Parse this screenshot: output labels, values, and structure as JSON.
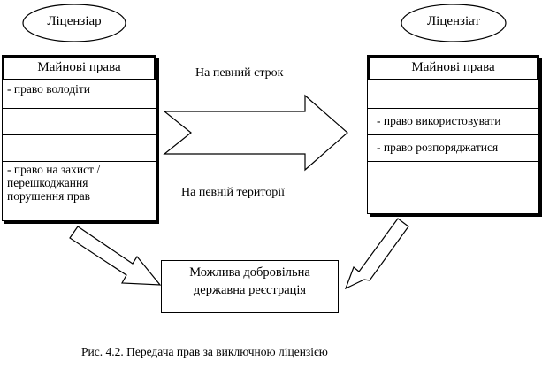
{
  "licensor": {
    "title": "Ліцензіар",
    "header": "Майнові права",
    "rows": [
      "- право володіти",
      "",
      "",
      "- право на захист /\nперешкоджання\nпорушення прав"
    ]
  },
  "licensee": {
    "title": "Ліцензіат",
    "header": "Майнові права",
    "rows": [
      "",
      "- право використовувати",
      "- право розпоряджатися",
      ""
    ]
  },
  "transfer": {
    "term_label": "На певний строк",
    "territory_label": "На певній території"
  },
  "registration": {
    "line1": "Можлива добровільна",
    "line2": "державна реєстрація"
  },
  "caption": "Рис. 4.2. Передача прав за виключною ліцензією"
}
